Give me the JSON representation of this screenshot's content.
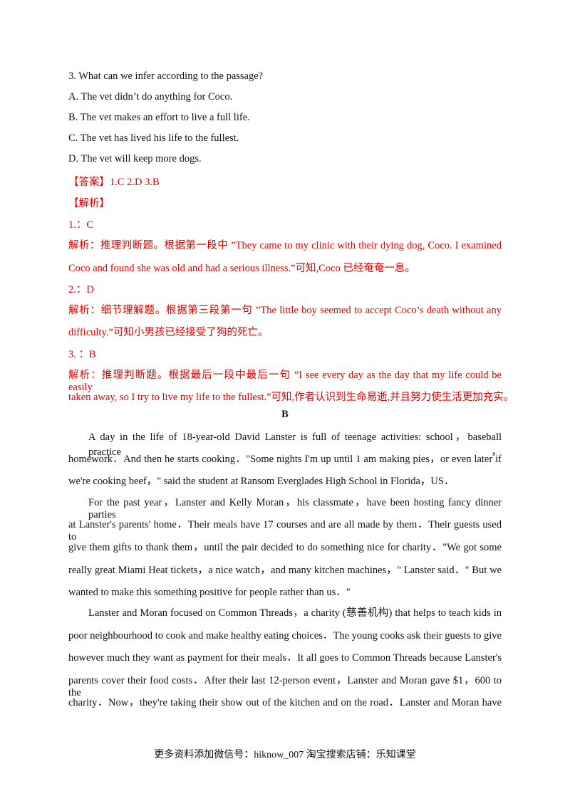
{
  "question3": {
    "stem": "3.  What  can  we  infer  according  to  the  passage?",
    "options": [
      "A.  The  vet  didn’t  do  anything  for  Coco.",
      "B.  The  vet  makes  an  effort  to  live  a  full  life.",
      "C.  The  vet  has  lived  his  life  to  the  fullest.",
      "D.  The  vet  will  keep  more  dogs."
    ]
  },
  "answer": "【答案】1.C    2.D    3.B",
  "analysis_header": "【解析】",
  "explanations": [
    {
      "num": "1.：C",
      "lines": [
        "解析：推理判断题。根据第一段中 ”They came to my clinic with their dying dog, Coco. I examined",
        "Coco and found she was old and had a serious illness.”可知,Coco 已经奄奄一息。"
      ]
    },
    {
      "num": "2.：D",
      "lines": [
        "解析：细节理解题。根据第三段第一句  ”The little boy seemed to accept Coco’s death without any",
        "difficulty.”可知小男孩已经接受了狗的死亡。"
      ]
    },
    {
      "num": "3.  ：B",
      "lines": [
        "解析：推理判断题。根据最后一段中最后一句  ”I see every day as the day that my life could be easily",
        "taken away, so I try to live my life to the fullest.”可知,作者认识到生命易逝,并且努力使生活更加充实。"
      ]
    }
  ],
  "section_label": "B",
  "passage_lines": [
    "A day in the life of 18-year-old David Lanster is full of teenage activities: school，baseball practice，",
    "homework．And then he starts cooking．\"Some nights I'm up until 1 am making pies，or even later if",
    "we're cooking beef，\" said the student at Ransom Everglades High School in Florida，US．",
    "For the past year，Lanster and Kelly Moran，his classmate，have been hosting fancy dinner parties",
    "at Lanster's parents' home．Their meals have 17 courses and are all made by them．Their guests used to",
    "give them gifts to thank them，until the pair decided to do something nice for charity．\"We got some",
    "really great Miami Heat tickets，a nice watch，and many kitchen machines，\" Lanster said．\" But we",
    "wanted to make this something positive for people rather than us．\"",
    "Lanster and Moran focused on Common Threads，a charity (慈善机构) that helps to teach kids in",
    "poor neighbourhood to cook and make healthy eating choices．The young cooks ask their guests to give",
    "however much they want as payment for their meals．It all goes to Common Threads because Lanster's",
    "parents cover their food costs．After their last 12-person event，Lanster and Moran gave $1，600 to the",
    "charity．Now，they're taking their show out of the kitchen and on the road．Lanster and Moran have"
  ],
  "footer": "更多资料添加微信号：hiknow_007    淘宝搜索店铺：乐知课堂"
}
